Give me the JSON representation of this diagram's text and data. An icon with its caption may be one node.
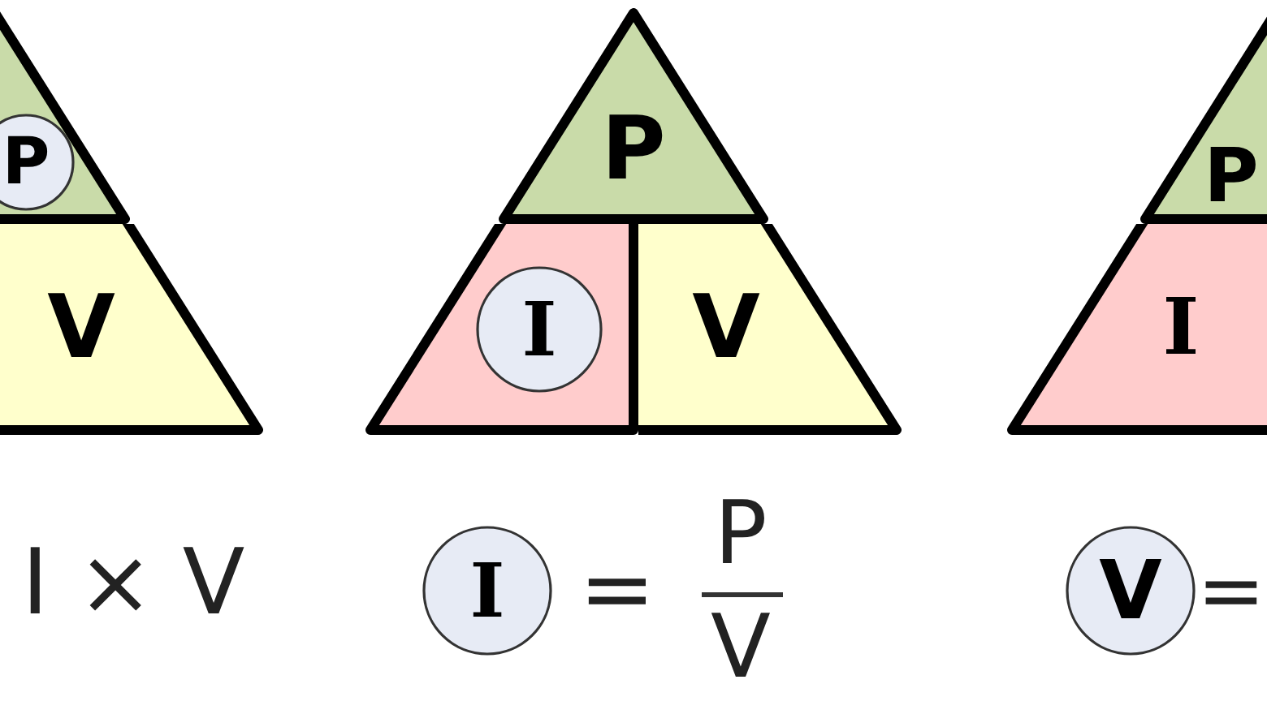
{
  "diagram": {
    "nodes": [
      {
        "text": [],
        "shape": "triangle"
      },
      {
        "text": [
          "P"
        ],
        "in": 0
      },
      {
        "text": [
          "V"
        ]
      },
      {
        "text": [
          "P"
        ]
      },
      {
        "text": [],
        "shape": "trapezoid"
      },
      {
        "text": [
          "I"
        ],
        "in": 4
      },
      {
        "text": [
          "V"
        ]
      },
      {
        "text": [
          "P"
        ]
      },
      {
        "text": [
          "I"
        ]
      },
      {
        "text": [
          "I"
        ]
      },
      {
        "text": [
          "V"
        ]
      }
    ],
    "labels": [
      "I × V",
      "=",
      "P",
      "V",
      "="
    ]
  }
}
